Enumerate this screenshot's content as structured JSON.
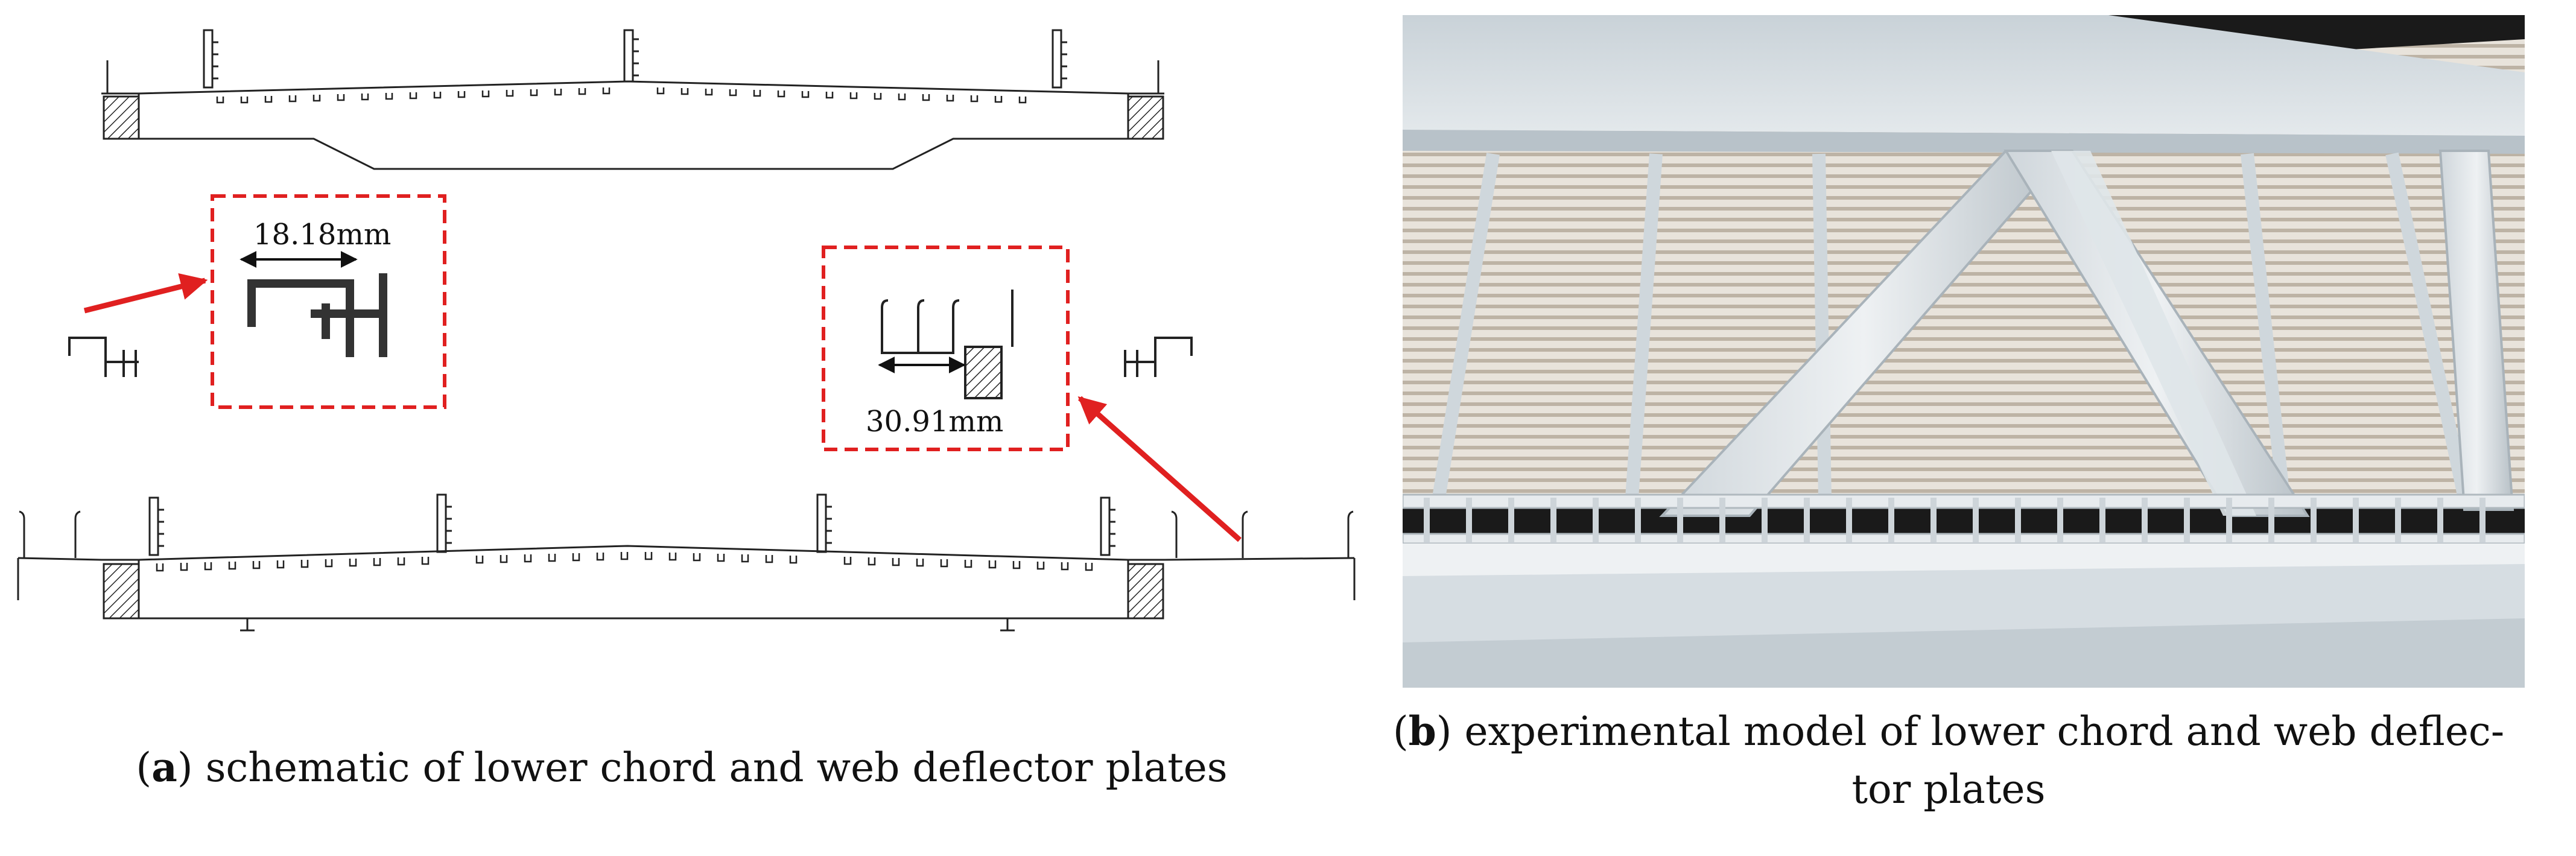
{
  "panel_a": {
    "callout_left": {
      "dimension": "18.18mm"
    },
    "callout_right": {
      "dimension": "30.91mm"
    },
    "caption": {
      "letter": "a",
      "text": "schematic of lower chord and web deflector plates"
    }
  },
  "panel_b": {
    "caption": {
      "letter": "b",
      "text_line1": "experimental model of lower chord and web deflec-",
      "text_line2": "tor plates"
    }
  },
  "colors": {
    "callout": "#e02020",
    "drawing": "#222222",
    "model": "#d9dfe3",
    "background_dark": "#1a1a1a"
  },
  "icons": [
    "red-arrow-icon",
    "hatched-block-icon",
    "double-arrow-icon"
  ]
}
